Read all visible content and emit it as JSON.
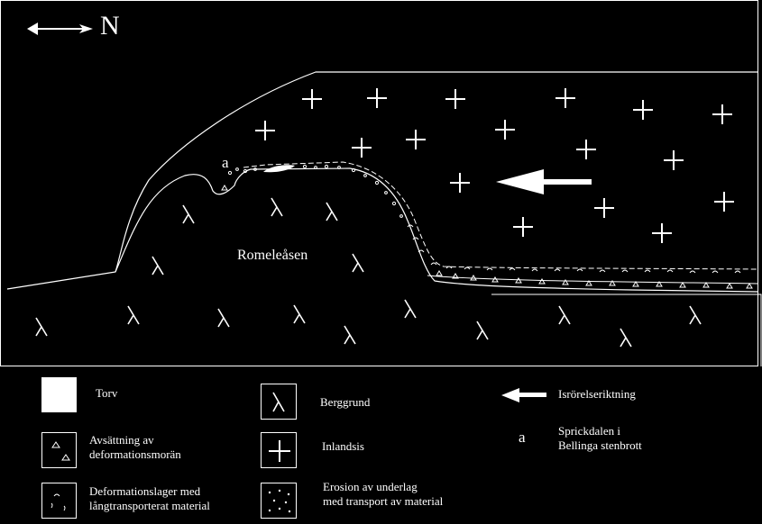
{
  "compass": {
    "label": "N"
  },
  "diagram": {
    "place_label": "Romeleåsen",
    "point_label": "a"
  },
  "legend": {
    "torv": "Torv",
    "moran_1": "Avsättning av",
    "moran_2": "deformationsmorän",
    "deflager_1": "Deformationslager med",
    "deflager_2": "långtransporterat material",
    "berggrund": "Berggrund",
    "inlandsis": "Inlandsis",
    "erosion_1": "Erosion av underlag",
    "erosion_2": "med transport av material",
    "isrorelse": "Isrörelseriktning",
    "a_symbol": "a",
    "sprick_1": "Sprickdalen i",
    "sprick_2": "Bellinga stenbrott"
  },
  "colors": {
    "background": "#000000",
    "foreground": "#ffffff"
  },
  "icons": [
    "north-arrow-icon",
    "ice-flow-arrow-icon",
    "bedrock-lambda-icon",
    "ice-cross-icon",
    "triangle-icon",
    "dot-icon"
  ]
}
